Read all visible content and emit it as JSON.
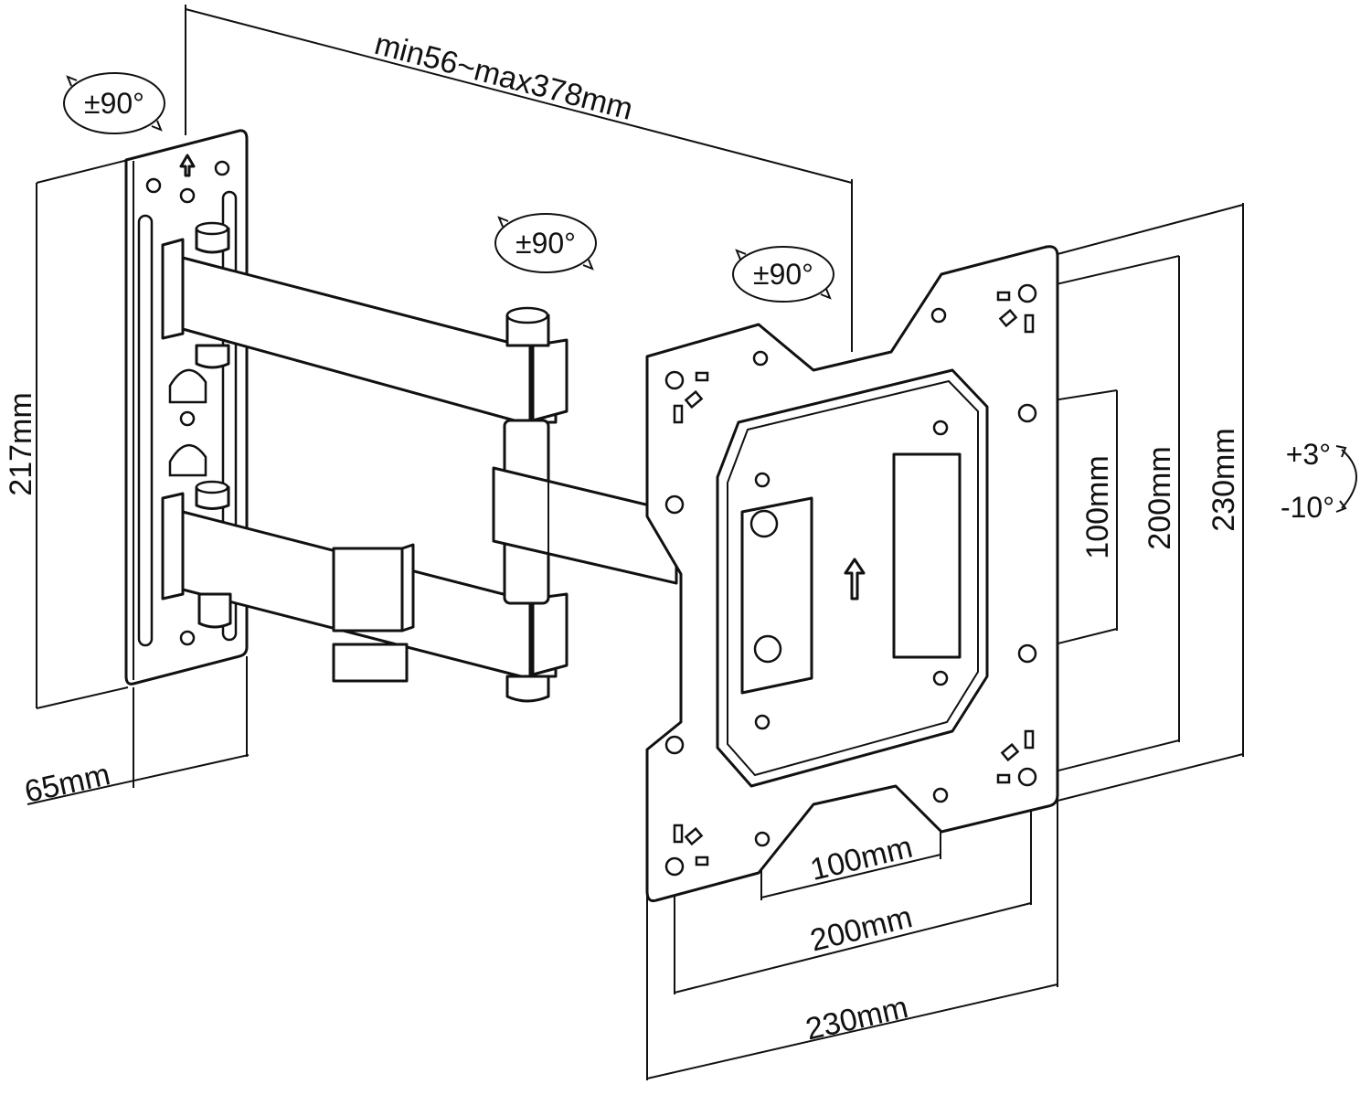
{
  "dimensions": {
    "arm_extension": "min56~max378mm",
    "wall_plate_height": "217mm",
    "wall_plate_depth": "65mm",
    "vesa_inner_vertical": "100mm",
    "vesa_mid_vertical": "200mm",
    "vesa_outer_vertical": "230mm",
    "vesa_inner_horizontal": "100mm",
    "vesa_mid_horizontal": "200mm",
    "vesa_outer_horizontal": "230mm"
  },
  "rotations": {
    "wall_swivel": "±90°",
    "arm_swivel": "±90°",
    "plate_swivel": "±90°",
    "tilt_up": "+3°",
    "tilt_down": "-10°"
  }
}
